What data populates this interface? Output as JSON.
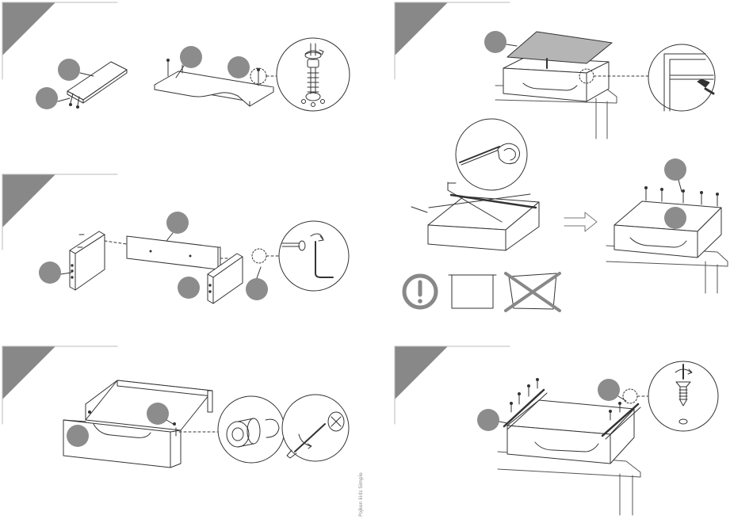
{
  "document": {
    "credit": "Pojken kids Simple"
  },
  "steps": [
    {
      "id": "step-1",
      "position": "top-left",
      "callouts": 3,
      "detail": "dowel-with-wood-glue-and-screw"
    },
    {
      "id": "step-2",
      "position": "middle-left",
      "callouts": 4,
      "detail": "cam-bolt-with-allen-key"
    },
    {
      "id": "step-3",
      "position": "bottom-left",
      "callouts": 2,
      "detail": "cam-lock-with-screwdriver"
    },
    {
      "id": "step-4",
      "position": "top-right",
      "callouts": 1,
      "detail": "bottom-panel-slides-into-groove"
    },
    {
      "id": "step-5",
      "position": "middle-right",
      "callouts": 2,
      "detail": "measure-diagonals-then-nail-back",
      "warnings": [
        "exclamation-warning-icon",
        "correct-square-shape",
        "incorrect-skewed-shape"
      ]
    },
    {
      "id": "step-6",
      "position": "bottom-right",
      "callouts": 2,
      "detail": "screw-runners-to-drawer-sides"
    }
  ],
  "colors": {
    "line": "#333333",
    "badge": "#888888",
    "callout": "#8c8c8c",
    "panel_fill": "#ffffff",
    "bottom_panel": "#b5b5b5"
  }
}
